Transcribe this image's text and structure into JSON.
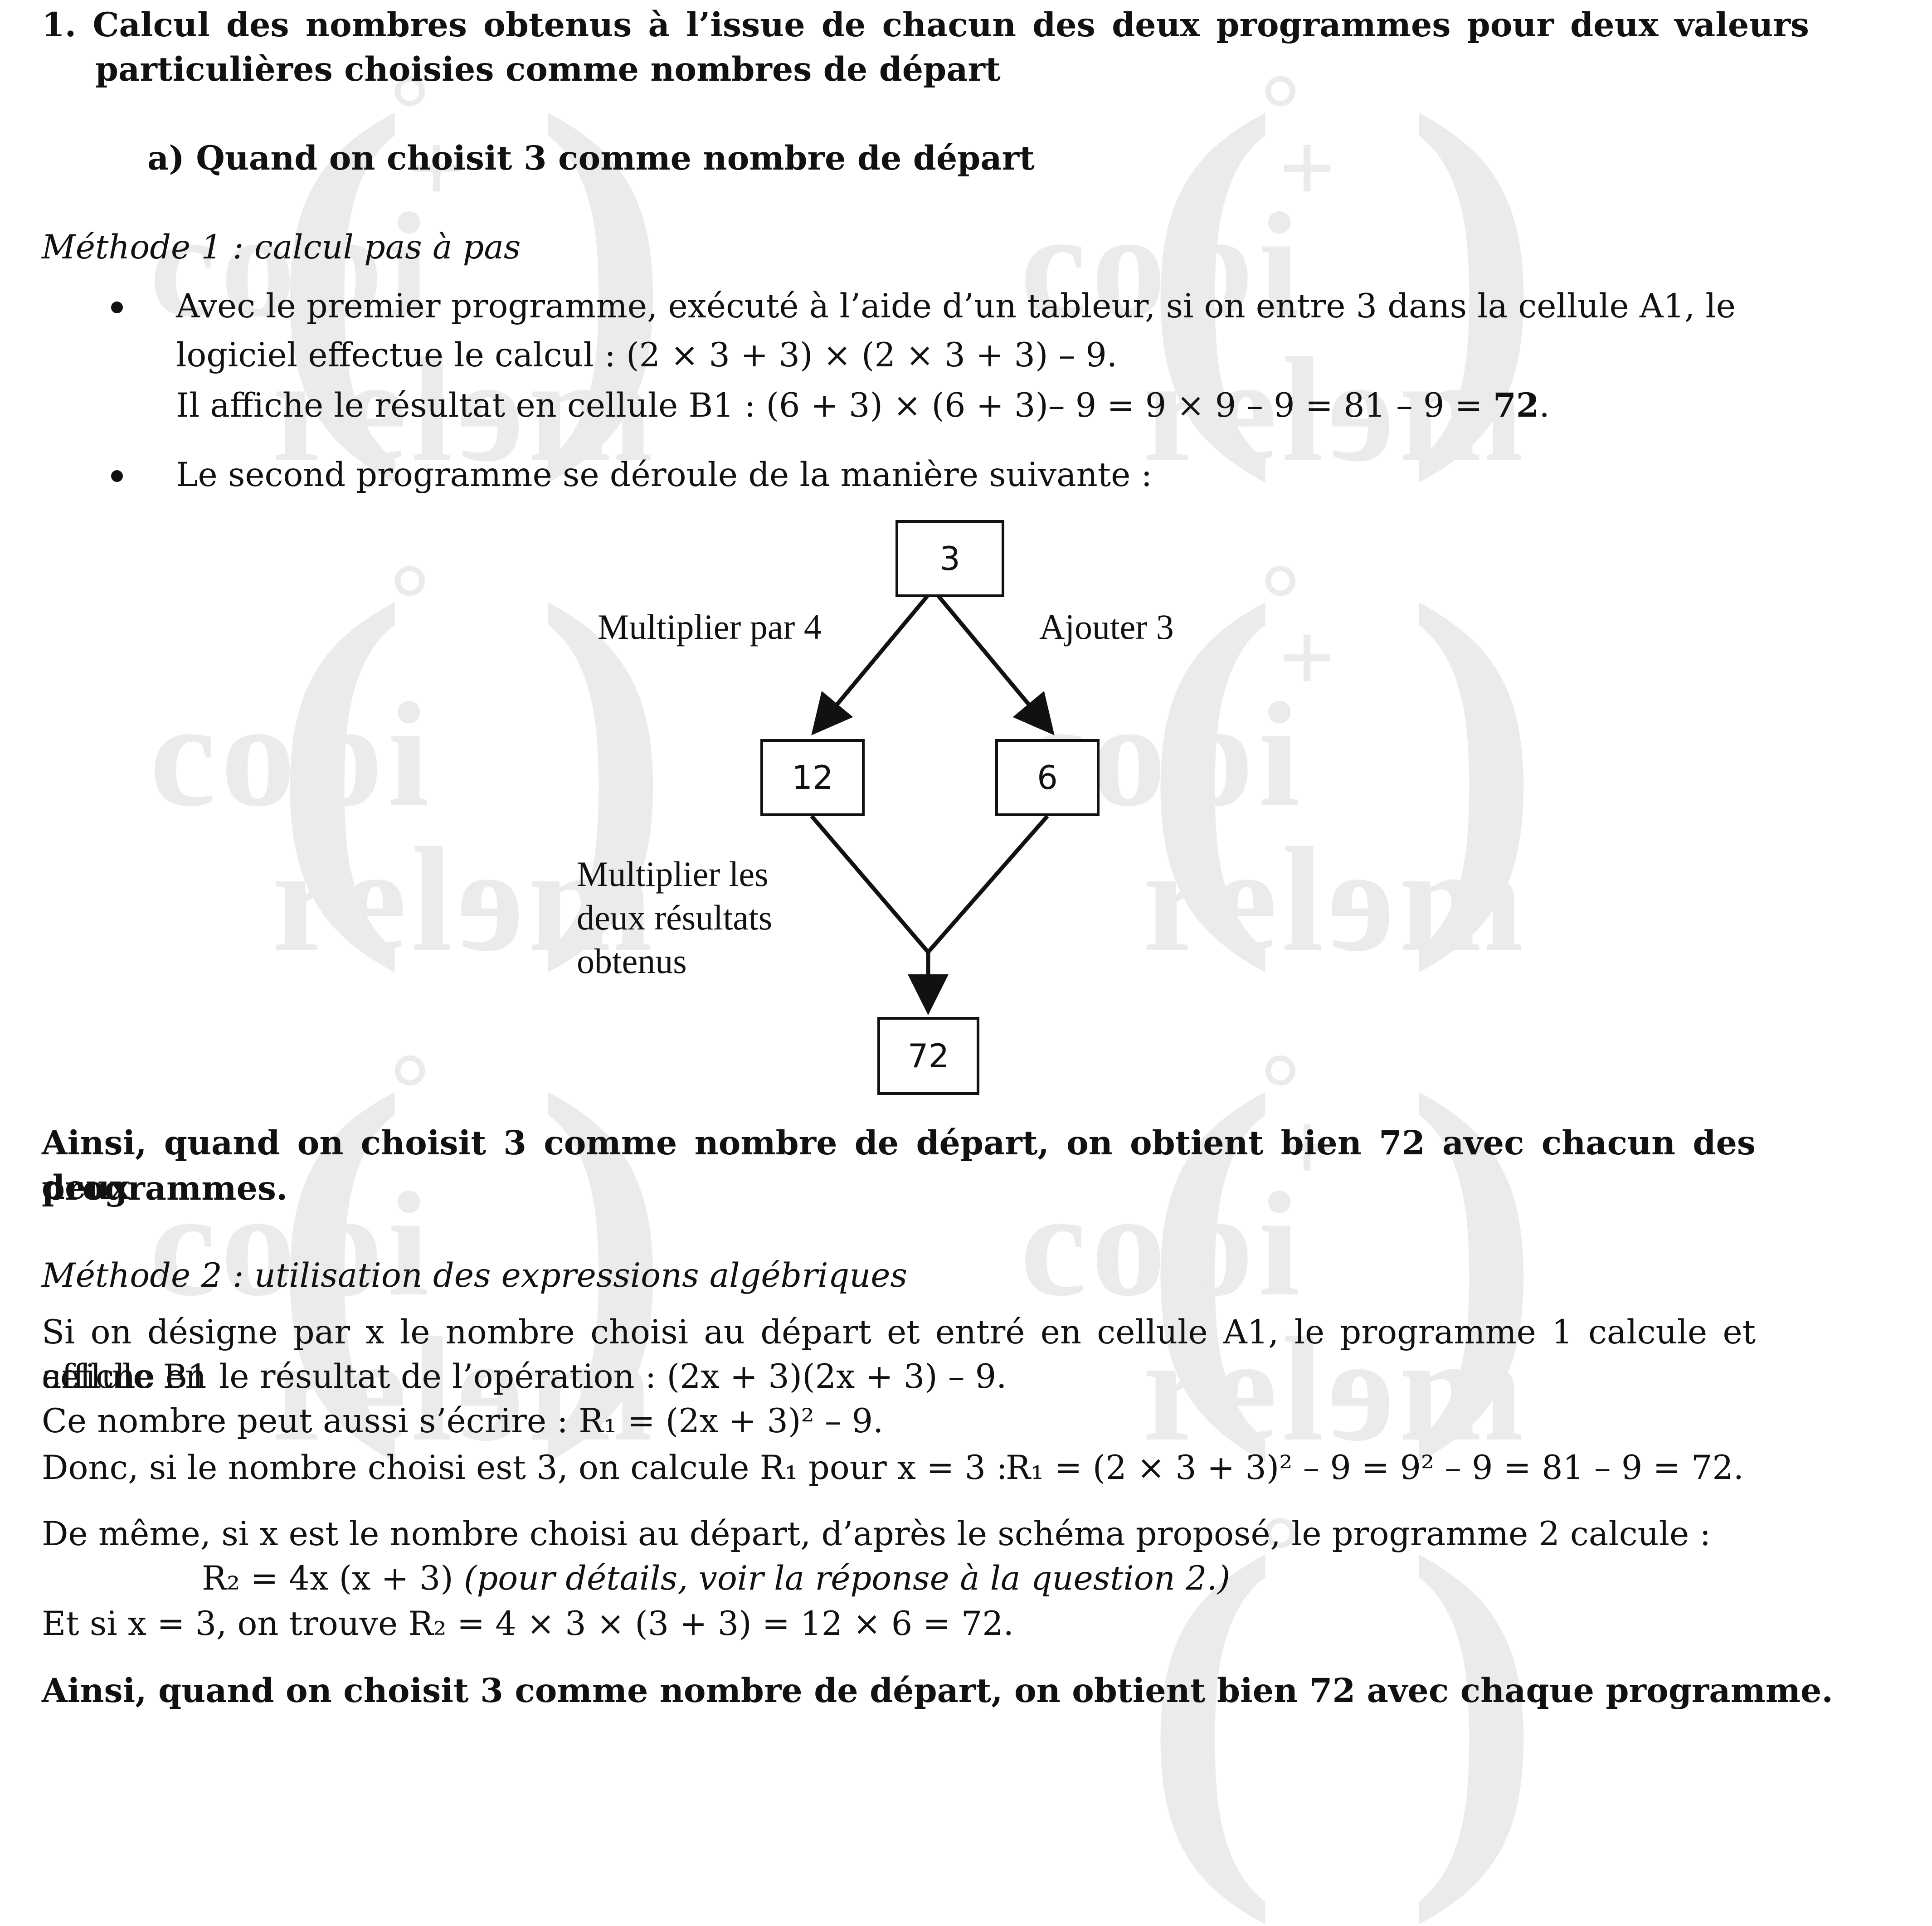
{
  "watermark": {
    "line1": "copi",
    "line2": "relɘm"
  },
  "heading1": "1.  Calcul des nombres obtenus à l’issue de chacun des deux programmes pour deux valeurs particulières choisies comme nombres de départ",
  "heading_a": "a) Quand on choisit 3 comme nombre de départ",
  "method1": {
    "title": "Méthode 1 : calcul pas à pas",
    "bullet1_line1": "Avec le premier programme, exécuté à l’aide d’un tableur, si on entre 3 dans la cellule A1, le",
    "bullet1_line2": "logiciel effectue le calcul : (2 × 3 + 3) × (2 × 3 + 3) – 9.",
    "bullet1_line3_prefix": "Il affiche le résultat en cellule B1 : (6 + 3) × (6 + 3)– 9 = 9 × 9 – 9 = 81 – 9 = ",
    "bullet1_result": "72",
    "bullet1_line3_suffix": ".",
    "bullet2": "Le second programme se déroule de la manière suivante :"
  },
  "diagram": {
    "start": "3",
    "left_label": "Multiplier par 4",
    "right_label": "Ajouter 3",
    "left_box": "12",
    "right_box": "6",
    "merge_label_1": "Multiplier les",
    "merge_label_2": "deux résultats",
    "merge_label_3": "obtenus",
    "result": "72"
  },
  "conclusion1_line1": "Ainsi, quand on choisit 3 comme nombre de départ, on obtient bien 72 avec chacun des deux",
  "conclusion1_line2": "programmes.",
  "method2": {
    "title": "Méthode 2 : utilisation des expressions algébriques",
    "p1_line1": "Si on désigne par x le nombre choisi au départ et entré en cellule A1, le programme 1 calcule et affiche en",
    "p1_line2": "cellule B1 le résultat de l’opération : (2x + 3)(2x + 3) – 9.",
    "p1_line3": "Ce nombre peut aussi s’écrire : R₁ =  (2x + 3)² – 9.",
    "p1_line4a": "Donc, si le nombre choisi est 3, on calcule R₁ pour x = 3 :",
    "p1_line4b": "R₁ =  (2 × 3 + 3)² – 9 = 9² – 9 = 81 – 9 = 72.",
    "p2_line1": "De même, si x est le nombre choisi au départ, d’après le schéma proposé, le programme 2 calcule :",
    "p2_line2a": "R₂ = 4x (x + 3) ",
    "p2_line2b": "(pour détails, voir la réponse à la question 2.)",
    "p2_line3": "Et si x = 3, on trouve R₂ = 4 × 3 × (3 + 3) = 12 × 6 = 72."
  },
  "conclusion2": "Ainsi, quand on choisit 3 comme nombre de départ, on obtient bien 72 avec chaque programme."
}
